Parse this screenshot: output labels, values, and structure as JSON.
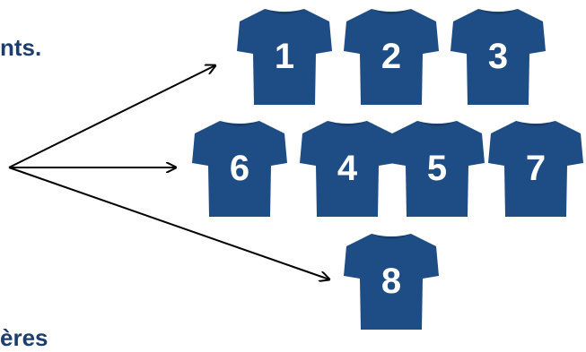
{
  "text_fragments": {
    "top": "nts.",
    "bottom": "ères"
  },
  "shirts": [
    {
      "number": "1"
    },
    {
      "number": "2"
    },
    {
      "number": "3"
    },
    {
      "number": "6"
    },
    {
      "number": "4"
    },
    {
      "number": "5"
    },
    {
      "number": "7"
    },
    {
      "number": "8"
    }
  ],
  "colors": {
    "shirt": "#1e4c84",
    "shirt_shadow": "#183e6d",
    "text": "#1d3d6e",
    "arrow": "#000000"
  }
}
